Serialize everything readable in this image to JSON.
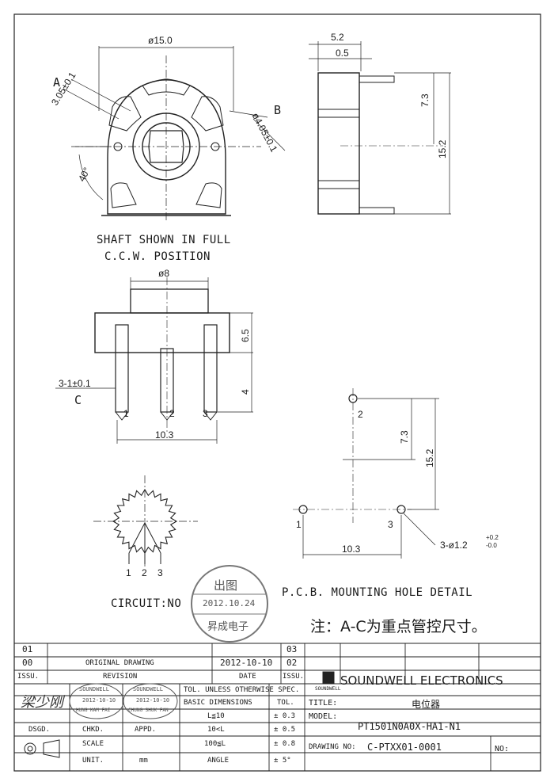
{
  "views": {
    "front": {
      "dim_diameter": "ø15.0",
      "dim_a": "3.05±0.1",
      "dim_b": "ø4.05±0.1",
      "dim_angle": "40°",
      "label_a": "A",
      "label_b": "B"
    },
    "side": {
      "dim_total": "5.2",
      "dim_offset": "0.5",
      "dim_half": "7.3",
      "dim_height": "15.2"
    },
    "shaft_note": {
      "line1": "SHAFT SHOWN IN FULL",
      "line2": "C.C.W. POSITION"
    },
    "bottom": {
      "dim_shaft": "ø8",
      "dim_body": "6.5",
      "dim_pin": "4",
      "dim_c": "3-1±0.1",
      "label_c": "C",
      "pin_labels": [
        "1",
        "2",
        "3"
      ],
      "dim_pitch": "10.3"
    },
    "circuit": {
      "label": "CIRCUIT:NO",
      "pins": [
        "1",
        "2",
        "3"
      ]
    },
    "pcb": {
      "title": "P.C.B. MOUNTING HOLE DETAIL",
      "pins": [
        "1",
        "2",
        "3"
      ],
      "dim_half": "7.3",
      "dim_height": "15.2",
      "dim_pitch": "10.3",
      "dim_hole": "3-ø1.2",
      "tol_plus": "+0.2",
      "tol_minus": "-0.0"
    },
    "note_cn": "注：A-C为重点管控尺寸。",
    "stamp": {
      "title": "出图",
      "date": "2012.10.24",
      "company": "昇成电子"
    }
  },
  "title_block": {
    "rev_rows": [
      {
        "issu": "01",
        "desc": "",
        "date": ""
      },
      {
        "issu": "00",
        "desc": "ORIGINAL  DRAWING",
        "date": "2012-10-10"
      }
    ],
    "right_rows": [
      "03",
      "02"
    ],
    "headers": {
      "issu": "ISSU.",
      "revision": "REVISION",
      "date": "DATE",
      "issu2": "ISSU."
    },
    "company": "SOUNDWELL ELECTRONICS",
    "logo_text": "SOUNDWELL",
    "tol_header": "TOL. UNLESS OTHERWISE SPEC.",
    "basic_dims": "BASIC DIMENSIONS",
    "tol_label": "TOL.",
    "tol_rows": [
      {
        "range": "L≦10",
        "tol": "± 0.3"
      },
      {
        "range": "10<L",
        "tol": "± 0.5"
      },
      {
        "range": "100≦L",
        "tol": "± 0.8"
      }
    ],
    "angle_label": "ANGLE",
    "angle_tol": "± 5°",
    "title_label": "TITLE:",
    "title_value": "电位器",
    "model_label": "MODEL:",
    "model_value": "PT1501N0A0X-HA1-N1",
    "drawing_label": "DRAWING NO:",
    "drawing_value": "C-PTXX01-0001",
    "no_label": "NO:",
    "left_labels": {
      "dsgd": "DSGD.",
      "chkd": "CHKD.",
      "appd": "APPD.",
      "scale": "SCALE",
      "unit": "UNIT.",
      "unit_value": "mm"
    },
    "small_stamps": [
      {
        "top": "SOUNDWELL",
        "date": "2012-10-10",
        "bottom": "HUNG KAM FAI"
      },
      {
        "top": "SOUNDWELL",
        "date": "2012-10-10",
        "bottom": "CHUNG SHUK FAN"
      }
    ],
    "signature": "梁少刚"
  }
}
